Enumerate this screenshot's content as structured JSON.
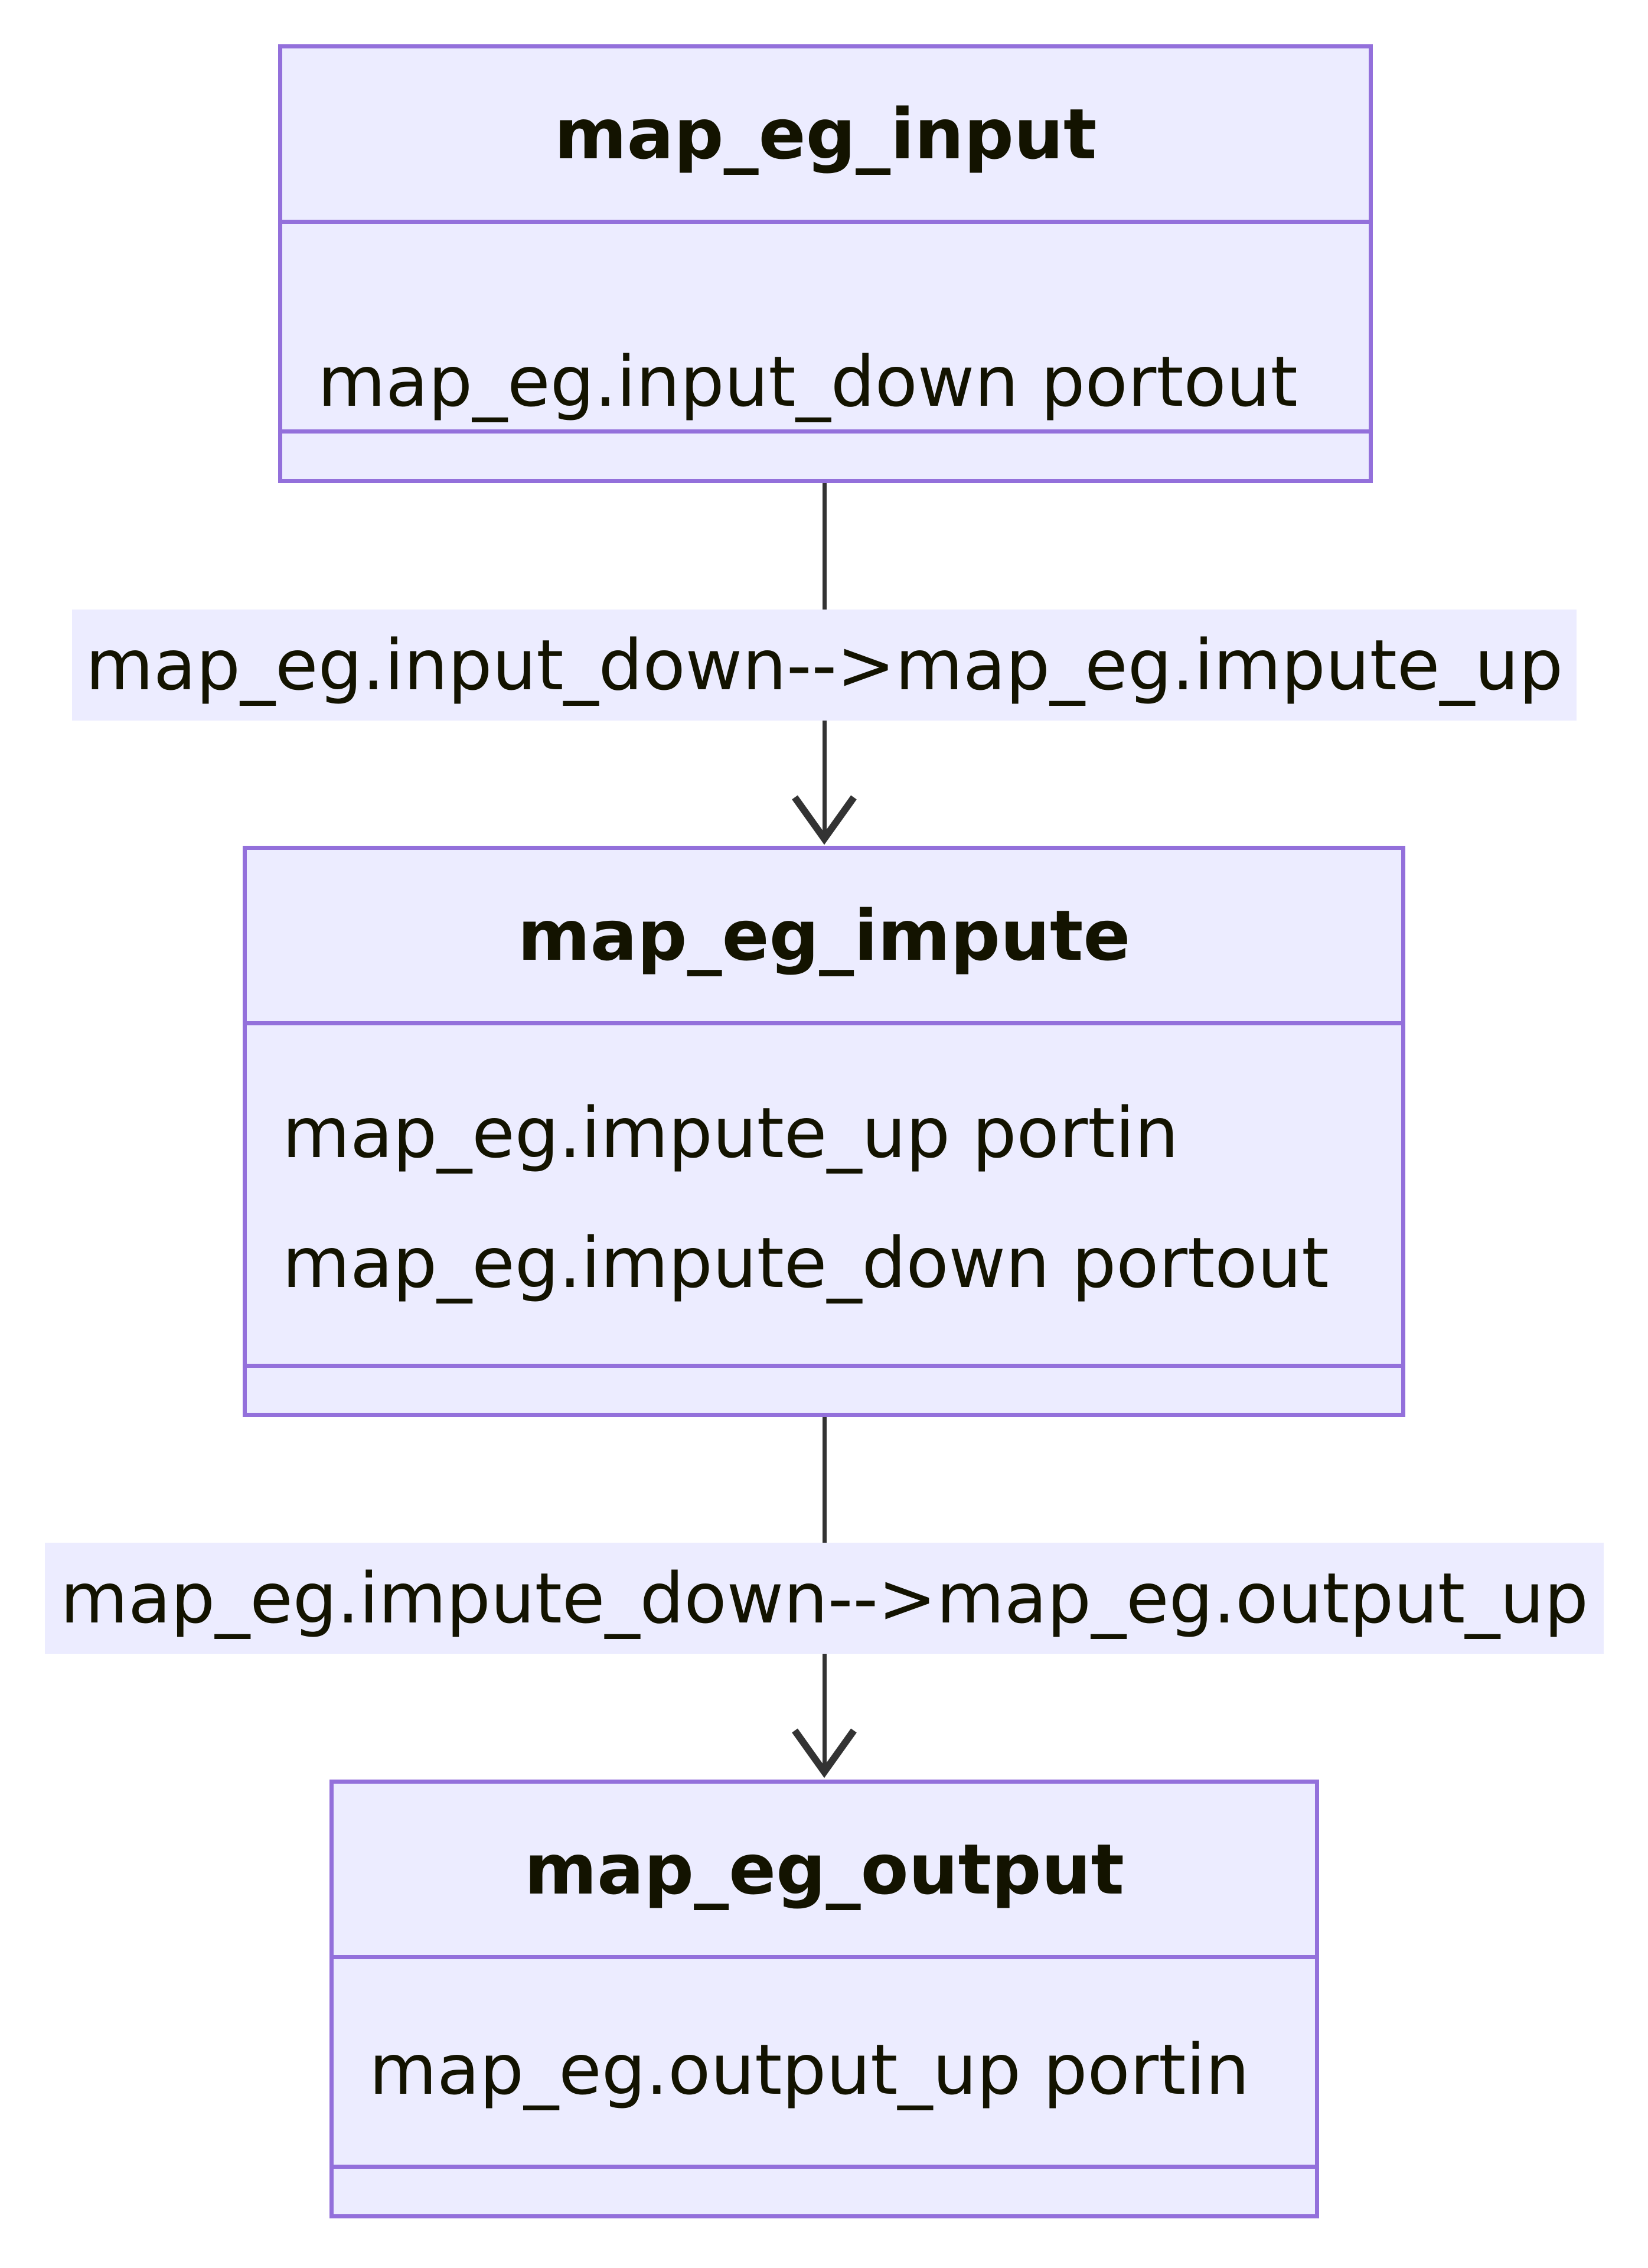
{
  "colors": {
    "node_fill": "#ECECFF",
    "node_border": "#9370DB",
    "edge": "#333333",
    "text": "#131300"
  },
  "nodes": [
    {
      "title": "map_eg_input",
      "members": [
        "map_eg.input_down portout"
      ]
    },
    {
      "title": "map_eg_impute",
      "members": [
        "map_eg.impute_up portin",
        "map_eg.impute_down portout"
      ]
    },
    {
      "title": "map_eg_output",
      "members": [
        "map_eg.output_up portin"
      ]
    }
  ],
  "edges": [
    {
      "from": "map_eg_input",
      "to": "map_eg_impute",
      "label": "map_eg.input_down-->map_eg.impute_up"
    },
    {
      "from": "map_eg_impute",
      "to": "map_eg_output",
      "label": "map_eg.impute_down-->map_eg.output_up"
    }
  ]
}
